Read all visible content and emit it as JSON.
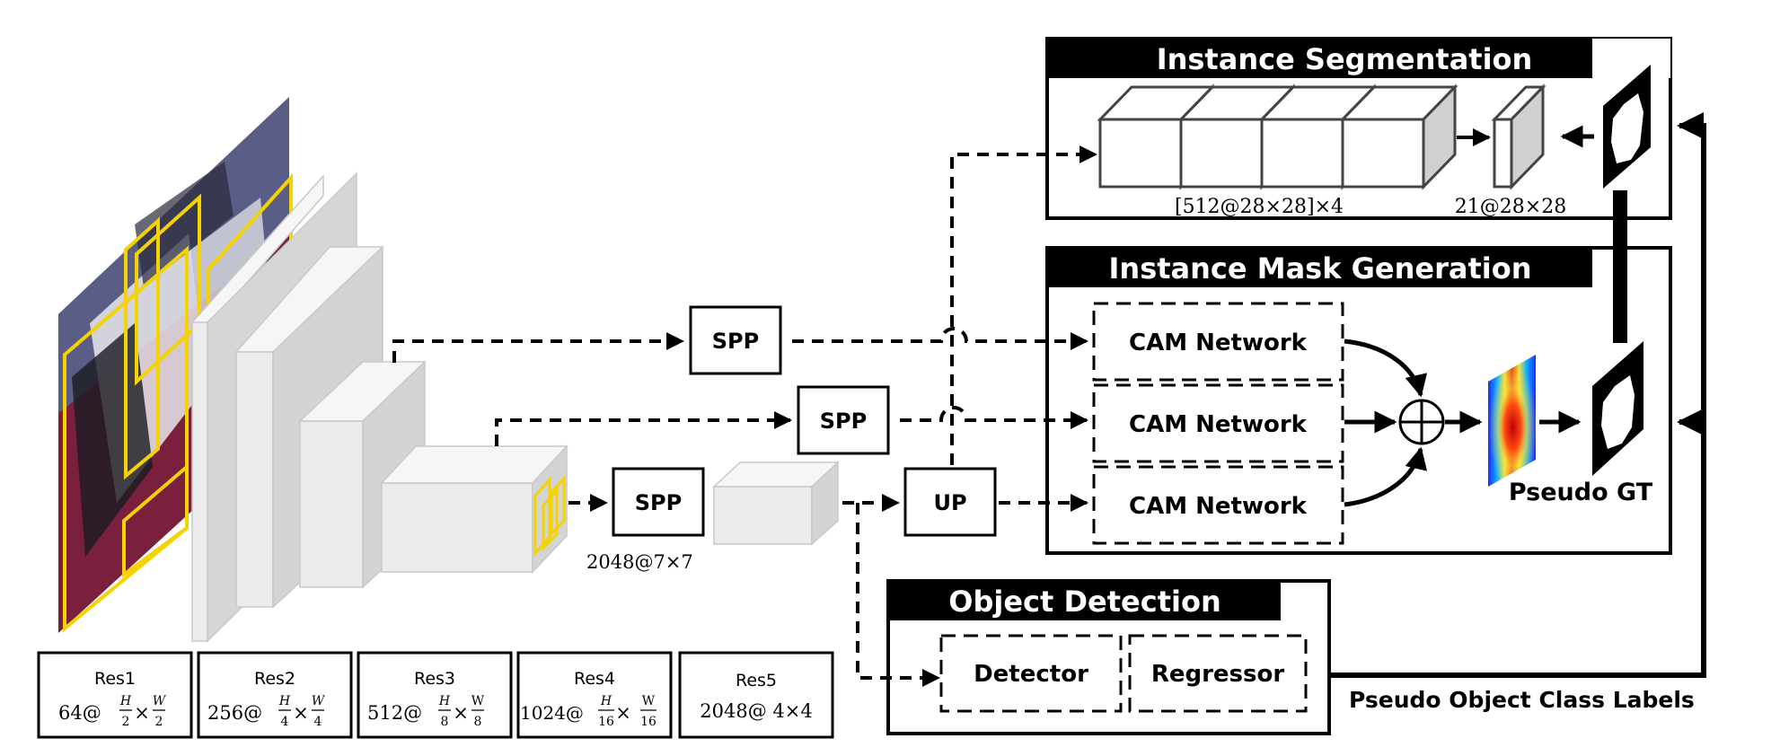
{
  "sections": {
    "instance_segmentation": "Instance Segmentation",
    "instance_mask_generation": "Instance Mask Generation",
    "object_detection": "Object Detection"
  },
  "spp": {
    "top": "SPP",
    "mid": "SPP",
    "bottom": "SPP"
  },
  "up_label": "UP",
  "feature_label": "2048@7×7",
  "cam": {
    "row1": "CAM Network",
    "row2": "CAM Network",
    "row3": "CAM Network"
  },
  "seg_labels": {
    "blocks": "[512@28×28]×4",
    "output": "21@28×28"
  },
  "pseudo_gt": "Pseudo GT",
  "detection": {
    "detector": "Detector",
    "regressor": "Regressor"
  },
  "pseudo_labels": "Pseudo Object Class Labels",
  "res_boxes": [
    {
      "name": "Res1",
      "prefix": "64@",
      "hnum": "H",
      "hden": "2",
      "wnum": "W",
      "wden": "2"
    },
    {
      "name": "Res2",
      "prefix": "256@",
      "hnum": "H",
      "hden": "4",
      "wnum": "W",
      "wden": "4"
    },
    {
      "name": "Res3",
      "prefix": "512@",
      "hnum": "H",
      "hden": "8",
      "wnum": "W",
      "wden": "8"
    },
    {
      "name": "Res4",
      "prefix": "1024@",
      "hnum": "H",
      "hden": "16",
      "wnum": "W",
      "wden": "16"
    },
    {
      "name": "Res5",
      "plain": "2048@ 4×4"
    }
  ],
  "colors": {
    "bbox": "#f5d300",
    "block_front": "#ececec",
    "block_side": "#cfcfcf",
    "block_top": "#f6f6f6"
  }
}
